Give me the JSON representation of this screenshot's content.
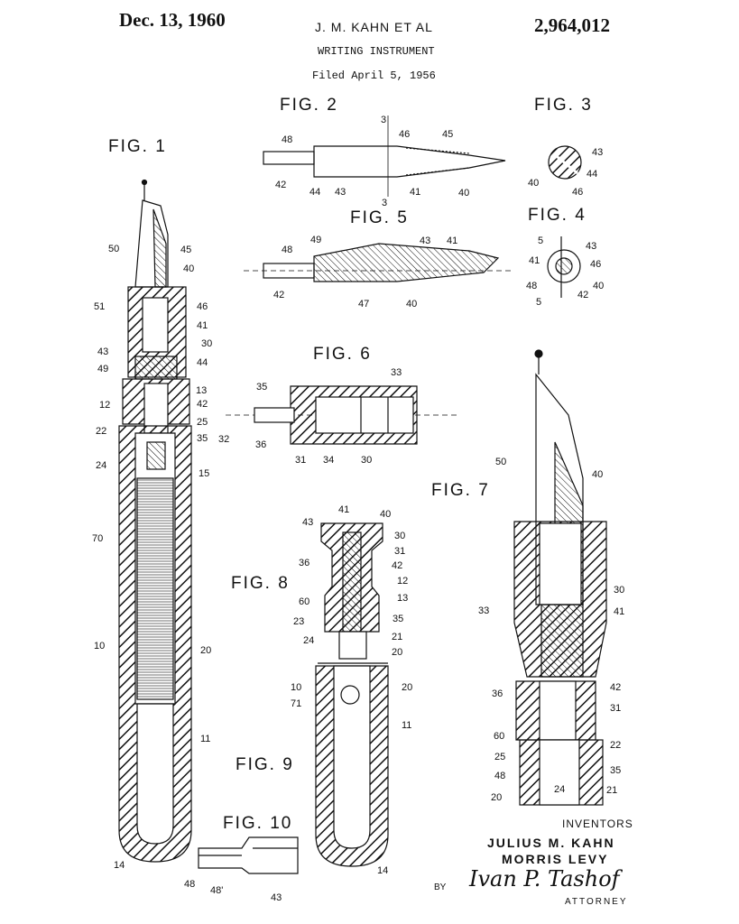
{
  "header": {
    "date": "Dec. 13, 1960",
    "inventors_line": "J. M. KAHN ET AL",
    "title": "WRITING INSTRUMENT",
    "filed": "Filed April 5, 1956",
    "patent_number": "2,964,012"
  },
  "figures": {
    "fig1": "FIG. 1",
    "fig2": "FIG. 2",
    "fig3": "FIG. 3",
    "fig4": "FIG. 4",
    "fig5": "FIG. 5",
    "fig6": "FIG. 6",
    "fig7": "FIG. 7",
    "fig8": "FIG. 8",
    "fig9": "FIG. 9",
    "fig10": "FIG. 10"
  },
  "footer": {
    "inventors_label": "INVENTORS",
    "inventor1": "JULIUS M. KAHN",
    "inventor2": "MORRIS LEVY",
    "by": "BY",
    "signature": "Ivan P. Tashof",
    "attorney": "ATTORNEY"
  },
  "callouts": {
    "fig1": [
      "50",
      "45",
      "40",
      "51",
      "46",
      "41",
      "30",
      "43",
      "44",
      "49",
      "13",
      "12",
      "42",
      "25",
      "22",
      "35",
      "24",
      "15",
      "70",
      "10",
      "20",
      "11",
      "14"
    ],
    "fig2": [
      "3",
      "46",
      "48",
      "45",
      "42",
      "44",
      "43",
      "41",
      "40",
      "3"
    ],
    "fig3": [
      "43",
      "40",
      "44",
      "46"
    ],
    "fig4": [
      "5",
      "43",
      "41",
      "46",
      "48",
      "40",
      "5",
      "42"
    ],
    "fig5": [
      "48",
      "49",
      "43",
      "41",
      "42",
      "47",
      "40"
    ],
    "fig6": [
      "35",
      "33",
      "32",
      "36",
      "31",
      "34",
      "30"
    ],
    "fig7": [
      "50",
      "40",
      "30",
      "33",
      "41",
      "42",
      "36",
      "31",
      "60",
      "22",
      "25",
      "35",
      "48",
      "21",
      "20",
      "24"
    ],
    "fig8": [
      "41",
      "43",
      "40",
      "30",
      "31",
      "36",
      "42",
      "12",
      "60",
      "13",
      "23",
      "35",
      "24",
      "21",
      "20"
    ],
    "fig9": [
      "10",
      "20",
      "71",
      "11",
      "14"
    ],
    "fig10": [
      "48",
      "48'",
      "43"
    ]
  }
}
